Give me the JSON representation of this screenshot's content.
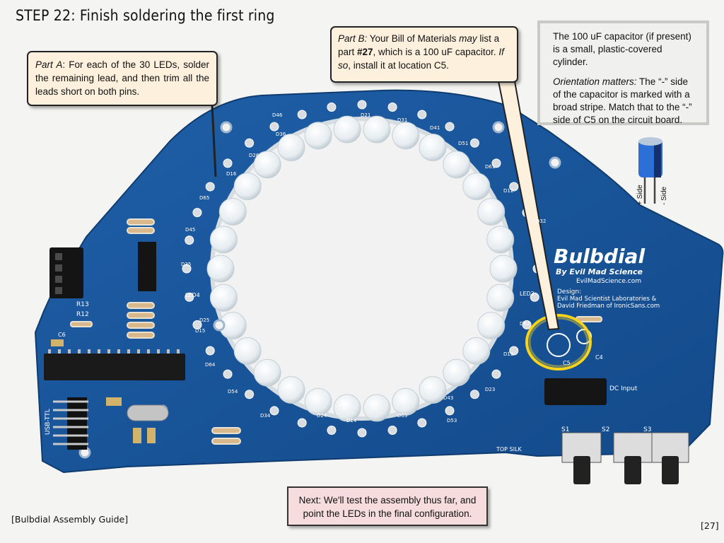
{
  "title": "STEP 22: Finish soldering the first ring",
  "part_a": {
    "label": "Part A",
    "text": ": For each of the 30 LEDs, solder the remaining lead, and then trim all the leads short on both pins."
  },
  "part_b": {
    "label": "Part B:",
    "text1": " Your Bill of Materials ",
    "may": "may",
    "text2": " list a part ",
    "part_no": "#27",
    "text3": ", which is a 100 uF capacitor. ",
    "ifso": "If so",
    "text4": ", install it at location C5."
  },
  "cap_note": {
    "line1": "The 100 uF capacitor (if present) is a small, plastic-covered cylinder.",
    "orient_label": "Orientation matters:",
    "line2": " The “-” side of the capacitor is marked with a broad stripe.  Match that to the “-” side of C5 on the circuit board."
  },
  "cap_sides": {
    "plus": "+ Side",
    "minus": "- Side"
  },
  "board": {
    "logo": "Bulbdial",
    "byline": "By Evil Mad Science",
    "url": "EvilMadScience.com",
    "design_label": "Design:",
    "design_1": "Evil Mad Scientist Laboratories &",
    "design_2": "David Friedman of IronicSans.com",
    "top_silk": "TOP SILK",
    "c5": "C5",
    "c4": "C4",
    "c6": "C6",
    "r12": "R12",
    "r13": "R13",
    "usb_ttl": "USB-TTL",
    "s1": "S1",
    "s2": "S2",
    "s3": "S3",
    "dc_input": "DC Input",
    "led2": "LED2",
    "led4": "LED4",
    "d62": "D62",
    "d13": "D13",
    "d23": "D23",
    "d32": "D32",
    "d12": "D12",
    "d61": "D61",
    "d41": "D41",
    "d51": "D51",
    "d21": "D21",
    "d31": "D31",
    "d46": "D46",
    "d36": "D36",
    "d26": "D26",
    "d16": "D16",
    "d65": "D65",
    "d45": "D45",
    "d35": "D35",
    "d25": "D25",
    "d15": "D15",
    "d64": "D64",
    "d54": "D54",
    "d34": "D34",
    "d43": "D43",
    "d53": "D53",
    "d63": "D63",
    "d14": "D14",
    "d24": "D24"
  },
  "next": {
    "label": "Next:",
    "text": " We'll test the assembly thus far, and point the LEDs in the final configuration."
  },
  "footer_left": "[Bulbdial Assembly Guide]",
  "page_number": "[27]"
}
